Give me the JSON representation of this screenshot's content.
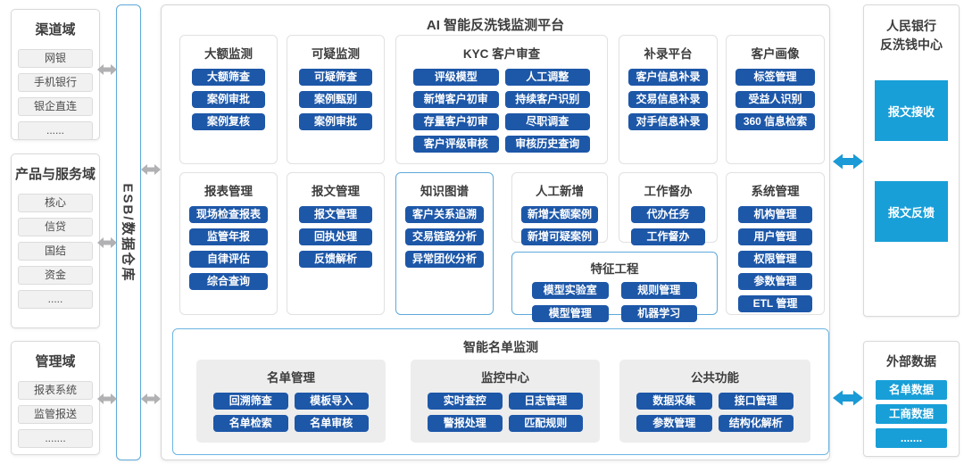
{
  "colors": {
    "primary_blue": "#1d57a8",
    "cyan_blue": "#189fd8",
    "border_blue": "#5fa9da",
    "arrow_gray": "#b1b1b3",
    "panel_gray": "#ededed"
  },
  "left_column": {
    "boxes": [
      {
        "title": "渠道域",
        "items": [
          "网银",
          "手机银行",
          "银企直连",
          "......"
        ]
      },
      {
        "title": "产品与服务域",
        "items": [
          "核心",
          "信贷",
          "国结",
          "资金",
          "....."
        ]
      },
      {
        "title": "管理域",
        "items": [
          "报表系统",
          "监管报送",
          "......."
        ]
      }
    ]
  },
  "esb": {
    "label": "ESB/数据仓库"
  },
  "platform": {
    "title": "AI 智能反洗钱监测平台",
    "row1": [
      {
        "title": "大额监测",
        "items": [
          "大额筛查",
          "案例审批",
          "案例复核"
        ]
      },
      {
        "title": "可疑监测",
        "items": [
          "可疑筛查",
          "案例甄别",
          "案例审批"
        ]
      },
      {
        "title": "KYC 客户审查",
        "items": [
          "评级模型",
          "人工调整",
          "新增客户初审",
          "持续客户识别",
          "存量客户初审",
          "尽职调查",
          "客户评级审核",
          "审核历史查询"
        ]
      },
      {
        "title": "补录平台",
        "items": [
          "客户信息补录",
          "交易信息补录",
          "对手信息补录"
        ]
      },
      {
        "title": "客户画像",
        "items": [
          "标签管理",
          "受益人识别",
          "360 信息检索"
        ]
      }
    ],
    "row2": [
      {
        "title": "报表管理",
        "items": [
          "现场检查报表",
          "监管年报",
          "自律评估",
          "综合查询"
        ]
      },
      {
        "title": "报文管理",
        "items": [
          "报文管理",
          "回执处理",
          "反馈解析"
        ]
      },
      {
        "title": "知识图谱",
        "items": [
          "客户关系追溯",
          "交易链路分析",
          "异常团伙分析"
        ]
      },
      {
        "title": "人工新增",
        "items": [
          "新增大额案例",
          "新增可疑案例"
        ]
      },
      {
        "title": "工作督办",
        "items": [
          "代办任务",
          "工作督办"
        ]
      },
      {
        "title": "系统管理",
        "items": [
          "机构管理",
          "用户管理",
          "权限管理",
          "参数管理",
          "ETL 管理"
        ]
      }
    ],
    "feature_engineering": {
      "title": "特征工程",
      "items": [
        "模型实验室",
        "规则管理",
        "模型管理",
        "机器学习"
      ]
    },
    "smart_list": {
      "title": "智能名单监测",
      "panels": [
        {
          "title": "名单管理",
          "items": [
            "回溯筛查",
            "模板导入",
            "名单检索",
            "名单审核"
          ]
        },
        {
          "title": "监控中心",
          "items": [
            "实时查控",
            "日志管理",
            "警报处理",
            "匹配规则"
          ]
        },
        {
          "title": "公共功能",
          "items": [
            "数据采集",
            "接口管理",
            "参数管理",
            "结构化解析"
          ]
        }
      ]
    }
  },
  "right_column": {
    "pboc": {
      "title_line1": "人民银行",
      "title_line2": "反洗钱中心",
      "items": [
        "报文接收",
        "报文反馈"
      ]
    },
    "external": {
      "title": "外部数据",
      "items": [
        "名单数据",
        "工商数据",
        "......."
      ]
    }
  }
}
